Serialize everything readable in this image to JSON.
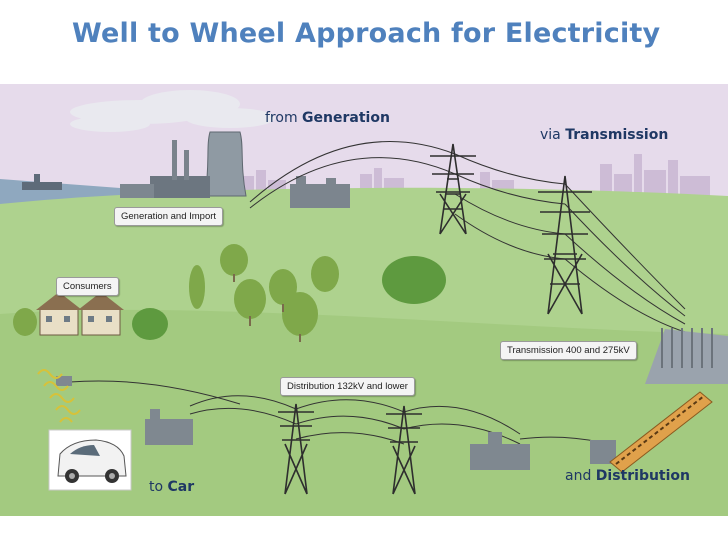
{
  "title": "Well to Wheel Approach for Electricity",
  "captions": {
    "generation": {
      "prefix": "from",
      "bold": "Generation"
    },
    "transmission": {
      "prefix": "via",
      "bold": "Transmission"
    },
    "distribution": {
      "prefix": "and",
      "bold": "Distribution"
    },
    "car": {
      "prefix": "to",
      "bold": "Car"
    }
  },
  "labels": {
    "generation_import": "Generation and Import",
    "consumers": "Consumers",
    "transmission_voltage": "Transmission 400 and 275kV",
    "distribution_voltage": "Distribution 132kV and lower"
  },
  "colors": {
    "title": "#4f81bd",
    "sky": "#e4d7ea",
    "grass": "#abd08a",
    "caption_text": "#1f3864"
  }
}
